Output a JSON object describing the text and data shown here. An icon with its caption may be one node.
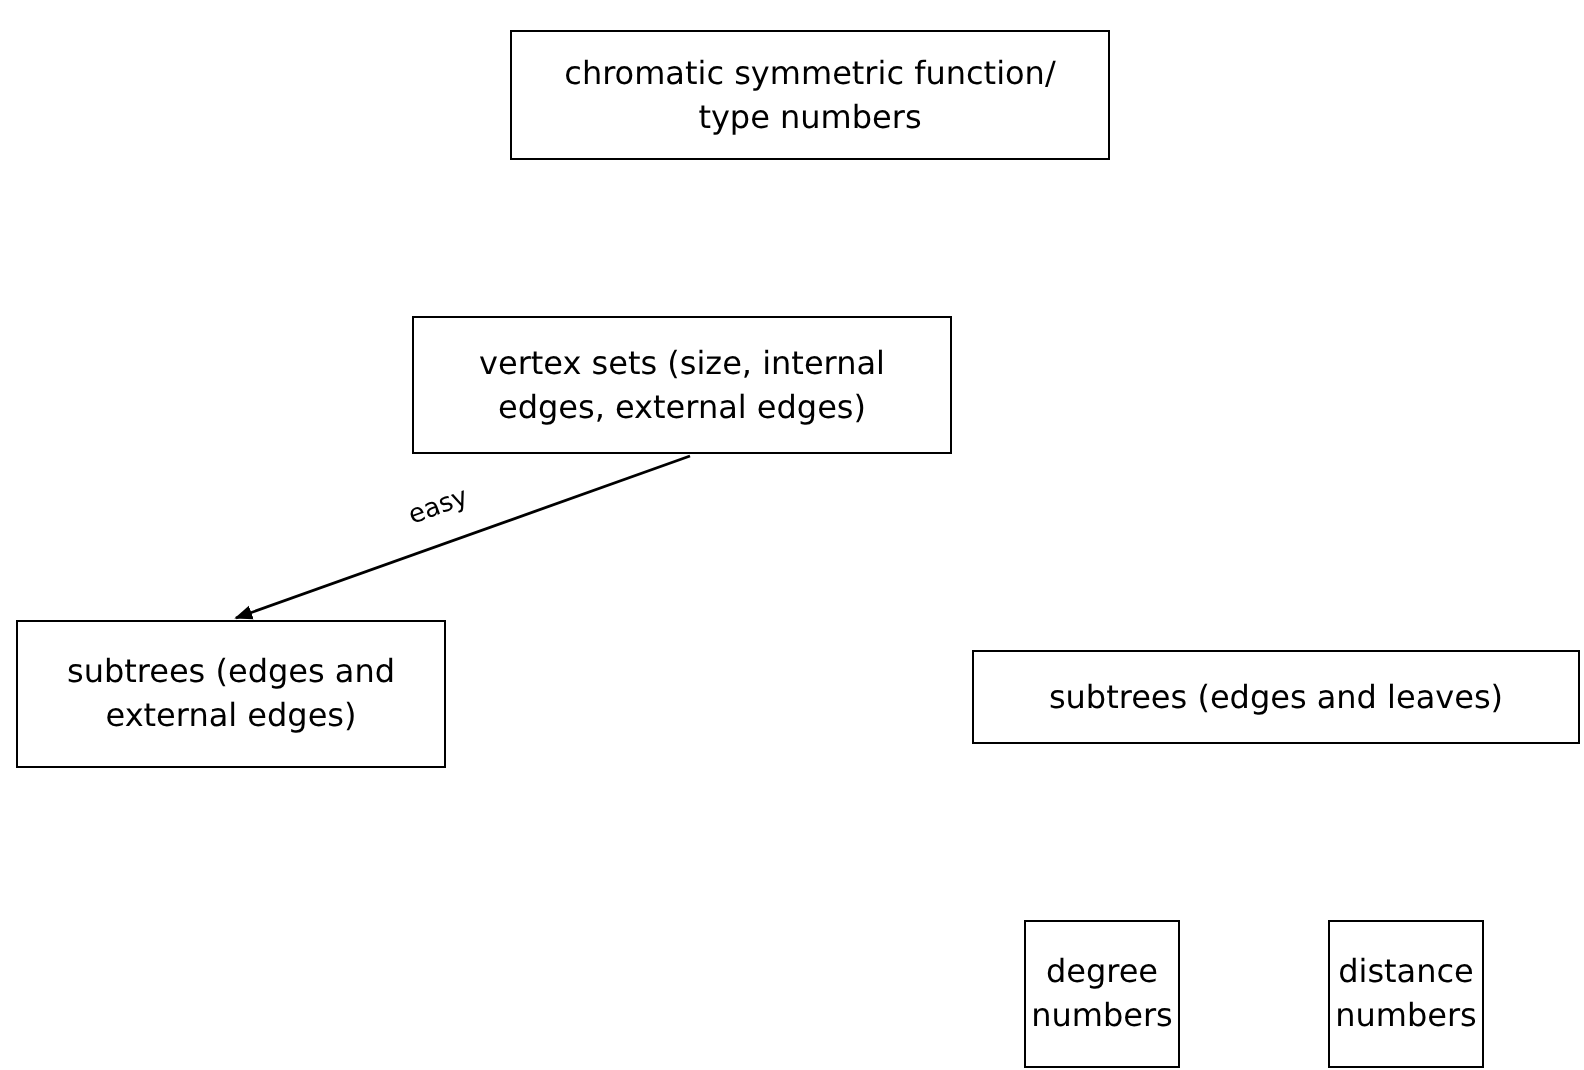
{
  "diagram": {
    "nodes": [
      {
        "text": [
          "chromatic symmetric function/ type numbers"
        ]
      },
      {
        "text": [
          "vertex sets (size, internal edges, external edges)"
        ]
      },
      {
        "text": [
          "subtrees (edges and external edges)"
        ]
      },
      {
        "text": [
          "subtrees (edges and leaves)"
        ]
      },
      {
        "text": [
          "degree numbers"
        ]
      },
      {
        "text": [
          "distance numbers"
        ]
      }
    ],
    "edges": [
      {
        "from": 1,
        "to": 2,
        "arrow": "to",
        "label": "easy"
      }
    ]
  }
}
